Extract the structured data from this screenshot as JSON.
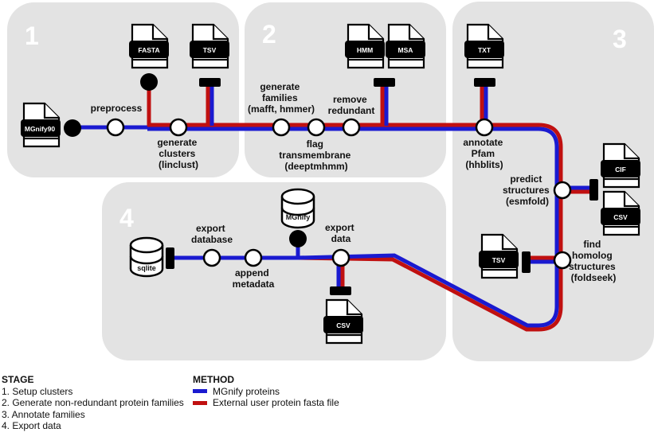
{
  "stages": [
    "1",
    "2",
    "3",
    "4"
  ],
  "steps": {
    "preprocess": [
      "preprocess"
    ],
    "generate_clusters": [
      "generate",
      "clusters",
      "(linclust)"
    ],
    "generate_families": [
      "generate",
      "families",
      "(mafft, hmmer)"
    ],
    "flag_transmembrane": [
      "flag",
      "transmembrane",
      "(deeptmhmm)"
    ],
    "remove_redundant": [
      "remove",
      "redundant"
    ],
    "annotate_pfam": [
      "annotate",
      "Pfam",
      "(hhblits)"
    ],
    "predict_structures": [
      "predict",
      "structures",
      "(esmfold)"
    ],
    "find_homolog": [
      "find",
      "homolog",
      "structures",
      "(foldseek)"
    ],
    "export_data": [
      "export",
      "data"
    ],
    "append_metadata": [
      "append",
      "metadata"
    ],
    "export_database": [
      "export",
      "database"
    ]
  },
  "files": {
    "mgnify90": "MGnify90",
    "fasta": "FASTA",
    "tsv_clusters": "TSV",
    "hmm": "HMM",
    "msa": "MSA",
    "txt": "TXT",
    "cif": "CIF",
    "csv_structures": "CSV",
    "tsv_homolog": "TSV",
    "csv_export": "CSV"
  },
  "databases": {
    "mgnify": "MGnify",
    "sqlite": "sqlite"
  },
  "legend": {
    "stage_heading": "STAGE",
    "stage_items": [
      "1. Setup clusters",
      "2. Generate non-redundant protein families",
      "3. Annotate families",
      "4. Export data"
    ],
    "method_heading": "METHOD",
    "method_items": [
      {
        "label": "MGnify proteins",
        "color": "#1a1ad0"
      },
      {
        "label": "External user protein fasta file",
        "color": "#c01010"
      }
    ]
  },
  "colors": {
    "blue_line": "#1a1ad0",
    "red_line": "#c01010",
    "panel": "#e3e3e3",
    "file_badge": "#000000"
  }
}
